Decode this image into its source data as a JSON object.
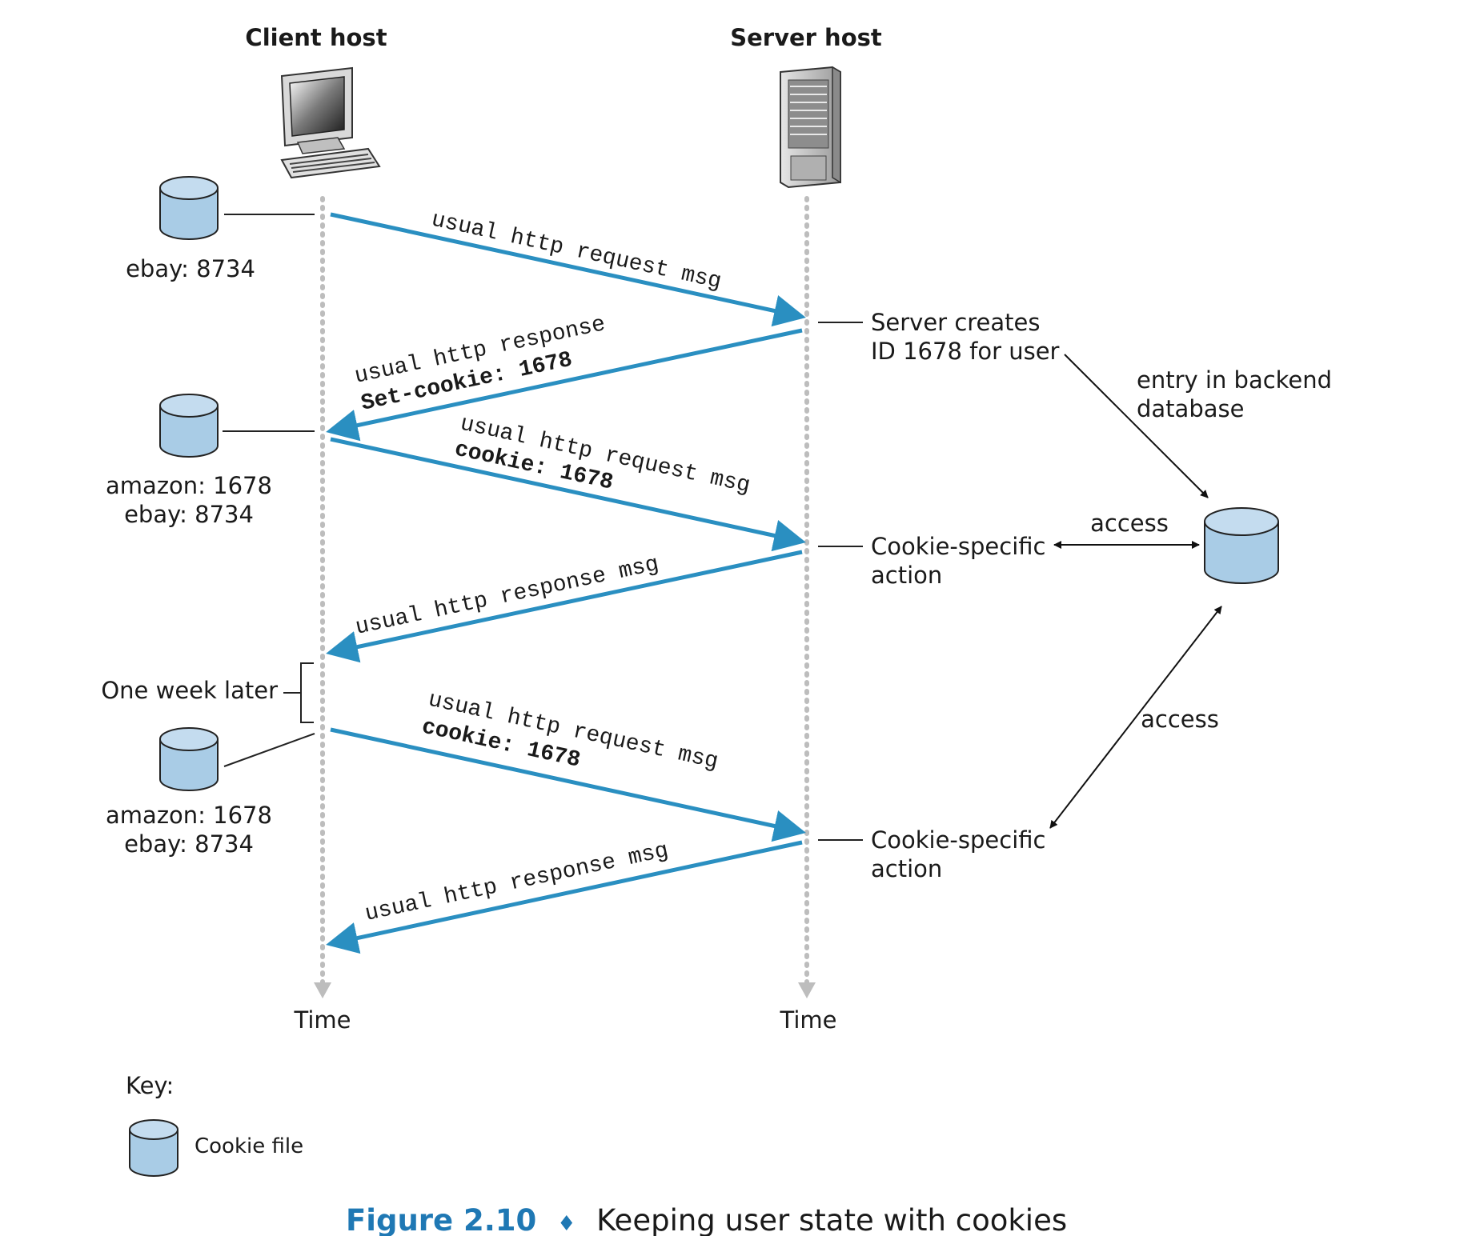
{
  "colors": {
    "arrow": "#2a8fc1",
    "cylinder_fill": "#a9cce6",
    "cylinder_top": "#c4dcef",
    "cylinder_stroke": "#222222",
    "timeline": "#bdbdbd",
    "caption_accent": "#1f78b4"
  },
  "hosts": {
    "client_label": "Client host",
    "server_label": "Server host",
    "client_icon": "desktop-computer-icon",
    "server_icon": "server-tower-icon"
  },
  "time_labels": {
    "client": "Time",
    "server": "Time"
  },
  "cookie_files": {
    "first": [
      "ebay: 8734"
    ],
    "second": [
      "amazon: 1678",
      "ebay: 8734"
    ],
    "third": [
      "amazon: 1678",
      "ebay: 8734"
    ]
  },
  "messages": {
    "m1": {
      "line1": "usual http request msg",
      "line2": ""
    },
    "m2": {
      "line1": "usual http response",
      "line2": "Set-cookie: 1678"
    },
    "m3": {
      "line1": "usual http request msg",
      "line2": "cookie: 1678"
    },
    "m4": {
      "line1": "usual http response msg",
      "line2": ""
    },
    "m5": {
      "line1": "usual http request msg",
      "line2": "cookie: 1678"
    },
    "m6": {
      "line1": "usual http response msg",
      "line2": ""
    }
  },
  "server_notes": {
    "creates": [
      "Server creates",
      "ID 1678 for user"
    ],
    "action1": [
      "Cookie-specific",
      "action"
    ],
    "action2": [
      "Cookie-specific",
      "action"
    ]
  },
  "backend": {
    "entry_label": [
      "entry in backend",
      "database"
    ],
    "access1": "access",
    "access2": "access"
  },
  "one_week": "One week later",
  "key": {
    "title": "Key:",
    "cookie_file": "Cookie file"
  },
  "caption": {
    "figure": "Figure 2.10",
    "separator": "♦",
    "text": "Keeping user state with cookies"
  }
}
